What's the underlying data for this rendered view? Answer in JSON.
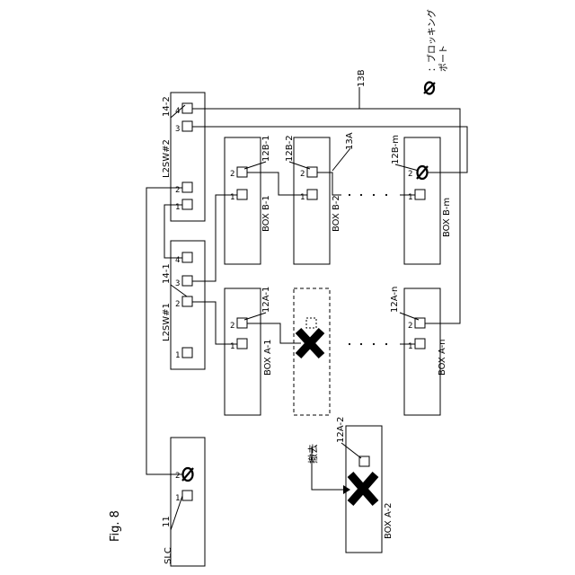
{
  "figure_label": "Fig. 8",
  "legend": {
    "symbol_name": "blocking-port-icon",
    "text_line1": "：ブロッキング",
    "text_line2": "ポート"
  },
  "slc": {
    "name": "SLC",
    "ref": "11",
    "port1": "1",
    "port2": "2"
  },
  "l2sw1": {
    "name": "L2SW#1",
    "ref": "14-1",
    "port1": "1",
    "port2": "2",
    "port3": "3",
    "port4": "4"
  },
  "l2sw2": {
    "name": "L2SW#2",
    "ref": "14-2",
    "port1": "1",
    "port2": "2",
    "port3": "3",
    "port4": "4"
  },
  "box_a1": {
    "name": "BOX A-1",
    "ref": "12A-1",
    "port1": "1",
    "port2": "2"
  },
  "box_an": {
    "name": "BOX A-n",
    "ref": "12A-n",
    "port1": "1",
    "port2": "2"
  },
  "box_a2": {
    "name": "BOX A-2",
    "ref": "12A-2"
  },
  "box_b1": {
    "name": "BOX B-1",
    "ref": "12B-1",
    "port1": "1",
    "port2": "2"
  },
  "box_b2": {
    "name": "BOX B-2",
    "ref": "12B-2",
    "port1": "1",
    "port2": "2"
  },
  "box_bm": {
    "name": "BOX B-m",
    "ref": "12B-m",
    "port1": "1",
    "port2": "2"
  },
  "ring_a": "13A",
  "ring_b": "13B",
  "removal_label": "撤去"
}
